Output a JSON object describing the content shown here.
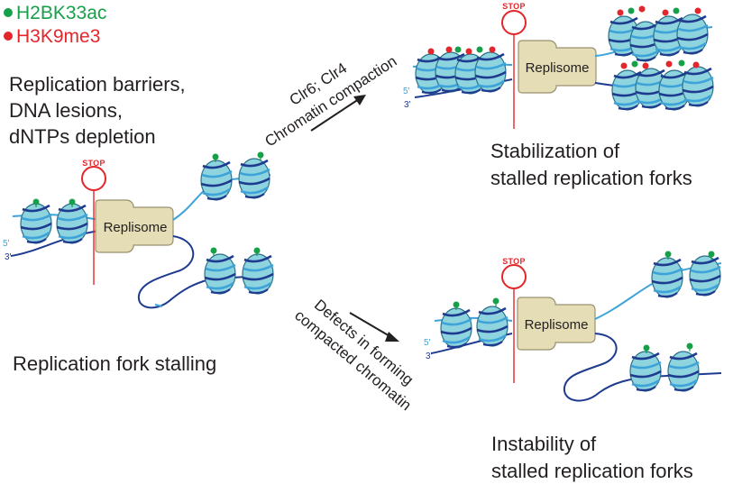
{
  "legend": [
    {
      "label": "H2BK33ac",
      "color": "#17a04a"
    },
    {
      "label": "H3K9me3",
      "color": "#e3262b"
    }
  ],
  "conditions": [
    "Replication barriers,",
    "DNA lesions,",
    "dNTPs depletion"
  ],
  "stalling_label": "Replication fork stalling",
  "upper_path": {
    "line1": "Clr6; Clr4",
    "line2": "Chromatin compaction"
  },
  "lower_path": {
    "line1": "Defects in forming",
    "line2": "compacted chromatin"
  },
  "stable_outcome": [
    "Stabilization of",
    "stalled replication forks"
  ],
  "unstable_outcome": [
    "Instability of",
    "stalled replication forks"
  ],
  "replisome_label": "Replisome",
  "stop_label": "STOP",
  "five_prime": "5'",
  "three_prime": "3'",
  "colors": {
    "nucleosome": "#8dd4de",
    "nucleosome_stroke": "#2b6f8a",
    "dna_light": "#3ea3d9",
    "dna_dark": "#1f3b8f",
    "replisome": "#e4ddb5",
    "replisome_stroke": "#9a9272",
    "stop": "#e3262b",
    "text": "#231f20"
  }
}
